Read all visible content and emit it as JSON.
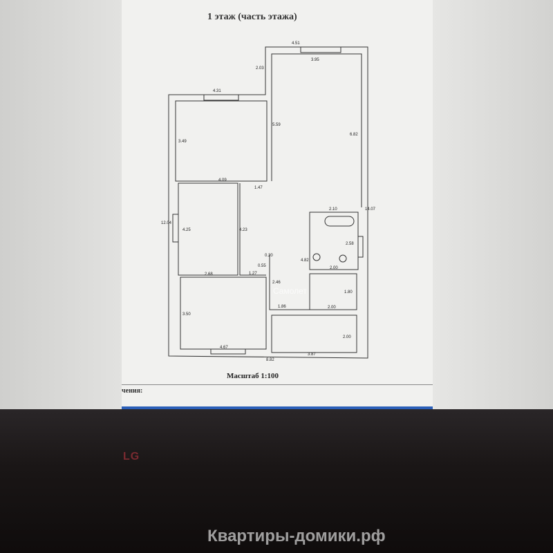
{
  "title": "1 этаж (часть этажа)",
  "scale_label": "Масштаб 1:100",
  "notes_label": "чения:",
  "monitor_brand": "LG",
  "watermark": "Квартиры-домики.рф",
  "overlay_watermark": "Самолет",
  "dimensions": {
    "top_outer": "4.51",
    "top_inner": "3.95",
    "step": "2.03",
    "left_top": "4.31",
    "room1_height": "3.49",
    "room1_width": "4.09",
    "corridor_wall": "5.59",
    "big_room": "6.82",
    "door_147": "1.47",
    "overall_height": "14.07",
    "left_overall": "12.04",
    "room2_height": "4.25",
    "room2_wall": "4.23",
    "bath_width": "2.10",
    "bath_height": "2.58",
    "bath_bottom": "2.00",
    "corridor": "4.82",
    "w020": "0.20",
    "w055": "0.55",
    "room2_width": "2.68",
    "d127": "1.27",
    "d246": "2.46",
    "small_room_h": "1.80",
    "d186": "1.86",
    "small_room_w": "2.00",
    "room3_height": "3.50",
    "bottom_room_h": "2.00",
    "room3_width": "4.67",
    "overall_width": "8.82",
    "bottom_room_w": "3.87"
  }
}
